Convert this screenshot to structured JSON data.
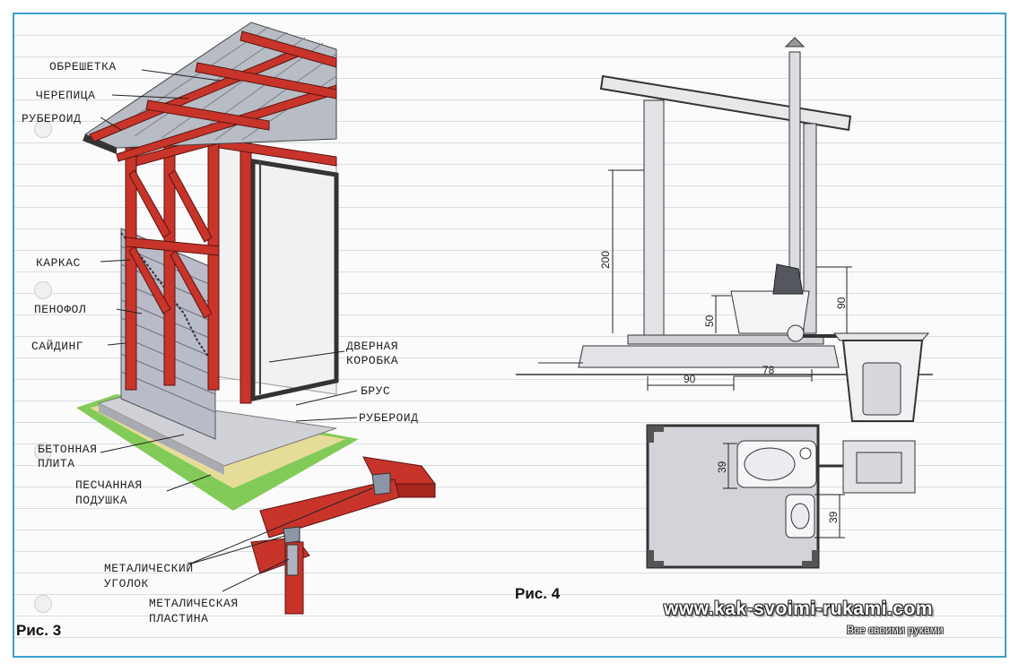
{
  "labels_fig3": {
    "obreshetka": "ОБРЕШЕТКА",
    "cherepitsa": "ЧЕРЕПИЦА",
    "ruberoid_top": "РУБЕРОИД",
    "karkas": "КАРКАС",
    "penofol": "ПЕНОФОЛ",
    "sayding": "САЙДИНГ",
    "dvernaya_1": "ДВЕРНАЯ",
    "dvernaya_2": "КОРОБКА",
    "brus": "БРУС",
    "ruberoid_bottom": "РУБЕРОИД",
    "plita_1": "БЕТОННАЯ",
    "plita_2": "ПЛИТА",
    "podushka_1": "ПЕСЧАННАЯ",
    "podushka_2": "ПОДУШКА",
    "ugolok_1": "МЕТАЛИЧЕСКИЙ",
    "ugolok_2": "УГОЛОК",
    "plastina_1": "МЕТАЛИЧЕСКАЯ",
    "plastina_2": "ПЛАСТИНА"
  },
  "captions": {
    "fig3": "Рис. 3",
    "fig4": "Рис. 4"
  },
  "dimensions_fig4": {
    "h200": "200",
    "h50": "50",
    "h90": "90",
    "w90": "90",
    "w78": "78",
    "p39a": "39",
    "p39b": "39"
  },
  "watermark": {
    "site": "www.kak-svoimi-rukami.com",
    "tagline": "Все своими руками"
  },
  "colors": {
    "frame_border": "#3aa0c8",
    "timber": "#c8342a",
    "grass": "#6dc23c",
    "siding": "#b9bcc8"
  }
}
